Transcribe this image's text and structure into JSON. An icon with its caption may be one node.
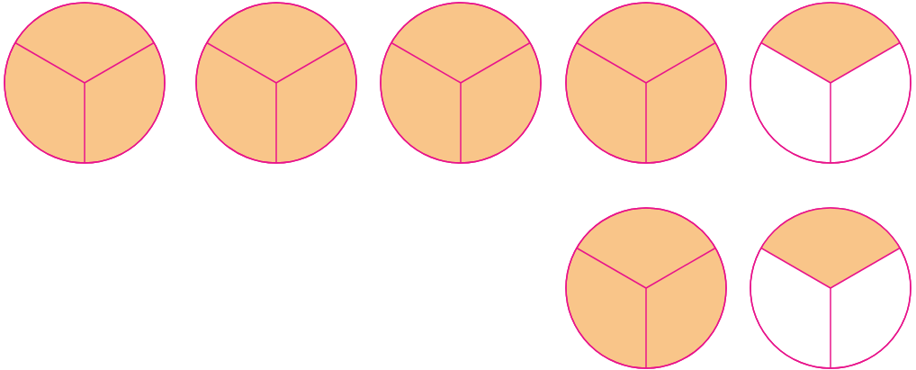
{
  "diagram": {
    "nodes": [
      {
        "text": [],
        "shape": "circle"
      },
      {
        "text": [],
        "shape": "circle"
      },
      {
        "text": [],
        "shape": "circle"
      },
      {
        "text": [],
        "shape": "circle"
      },
      {
        "text": [],
        "shape": "circle"
      },
      {
        "text": [],
        "shape": "circle"
      },
      {
        "text": [],
        "shape": "circle"
      }
    ]
  }
}
